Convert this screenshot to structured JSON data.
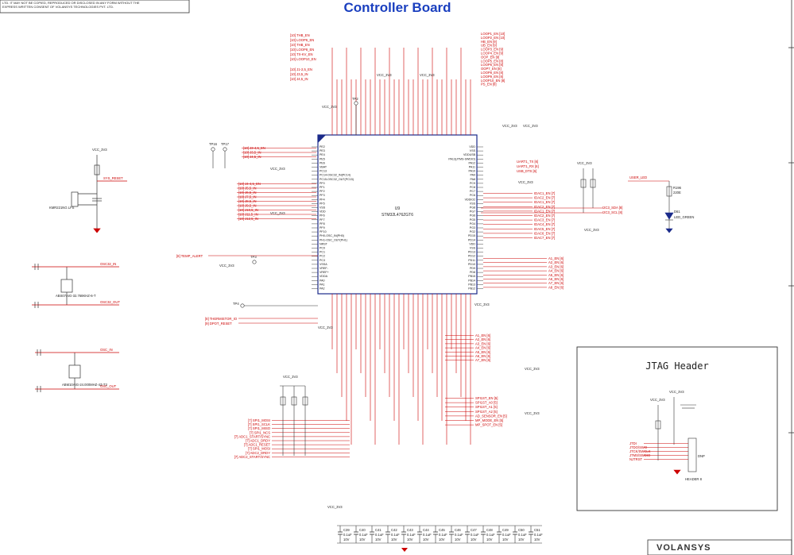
{
  "title": "Controller Board",
  "header_note": [
    "LTD. IT MAY NOT BE COPIED, REPRODUCED OR DISCLOSED IN ANY FORM WITHOUT THE",
    "EXPRESS WRITTEN CONSENT OF VOLANSYS TECHNOLOGIES PVT. LTD."
  ],
  "mcu": {
    "ref": "U9",
    "part": "STM32L476ZGT6"
  },
  "jtag": {
    "title": "JTAG Header",
    "connector": "HEADER 8",
    "dnp": "DNP"
  },
  "logo": "VOLANSYS",
  "led": {
    "ref": "D61",
    "name": "LED_GREEN",
    "net": "USER_LED",
    "res": "R196",
    "res_val": "220E"
  },
  "power_net": "VCC_3V3",
  "left_top_labels": [
    "[10] THB_EN",
    "[10] LOOP6_EN",
    "[10] THB_EN",
    "[10] LOOP8_EN",
    "[10] TX-KV_EN",
    "[10] LOOP10_EN"
  ],
  "left_mid_labels": [
    "[10] J1-2,5_EN",
    "[10] J3,5_IN",
    "[10] J4,5_IN"
  ],
  "right_top_labels": [
    "LOOP1_EN [10]",
    "LOOP2_EN [10]",
    "HB_EN [9]",
    "UB_EN [9]",
    "LOOP3_EN [9]",
    "LOOP4_EN [9]",
    "OOP_EN [9]",
    "LOOP5_EN [8]",
    "LOOP6_EN [8]",
    "OOP7_EN [8]",
    "LOOP8_EN [8]",
    "LOOP9_EN [8]",
    "LOOP10_EN [8]",
    "PS_EN [8]"
  ],
  "port_labels_left": [
    "[10] J3-4,5_EN",
    "[10] J3,5_IN",
    "[10] J4,5_IN"
  ],
  "port_labels_left2": [
    "[10] J4-4,5_EN",
    "[10] J5,5_IN",
    "[10] J6,5_IN",
    "[10] J7,5_IN",
    "[10] J8,5_IN",
    "[10] J9,5_IN",
    "[10] J10,5_IN",
    "[10] J11,5_IN",
    "[10] J12,5_IN"
  ],
  "left_bottom_labels": [
    "[7] SPI1_MOSI",
    "[7] SPI1_SCLK",
    "[7] SPI1_MISO",
    "[7] SPI1_NCS",
    "[7] ADC1_START/SYNC",
    "[7] ADC1_DRDY",
    "[7] ADC1_RESET",
    "[7] SPI1_MOSI",
    "[7] ADC2_DRDY",
    "[7] ADC2_START/SYNC"
  ],
  "right_mid_labels": [
    "IDAC1_EN [7]",
    "IDAC2_EN [7]",
    "IDAC1_EN [7]",
    "IDAC2_EN [7]",
    "IDAC1_EN [7]",
    "IDAC2_EN [7]",
    "IDAC3_EN [7]",
    "IDAC4_EN [7]",
    "IDAC5_EN [7]",
    "IDAC6_EN [7]",
    "IDAC7_EN [7]"
  ],
  "right_low_labels": [
    "A1_EN [6]",
    "A2_EN [6]",
    "A3_EN [6]",
    "A4_EN [6]",
    "A5_EN [6]",
    "A6_EN [6]",
    "A7_EN [6]",
    "A8_EN [6]"
  ],
  "bottom_right_labels": [
    "A1_EN [6]",
    "A2_EN [6]",
    "A3_EN [6]",
    "A4_EN [6]",
    "A5_EN [6]",
    "A6_EN [6]",
    "A7_EN [6]"
  ],
  "spi_labels": [
    "SPI1ST_EN [5]",
    "SPI1ST_A0 [5]",
    "SPI1ST_A1 [5]",
    "SPI1ST_A2 [5]",
    "AD_SENSOR_EN [5]",
    "MP_MODE_EN [5]",
    "MP_SPOT_EN [5]"
  ],
  "osc_labels": [
    "OSC32_IN",
    "OSC32_OUT",
    "OSC_IN",
    "OSC_OUT"
  ],
  "misc_labels": {
    "sys_reset": "SYS_RESET",
    "temp_alert": "[8] TEMP_ALERT",
    "thermistor": "[8] THERMISTOR_IO",
    "dpot": "[9] DPOT_RESET",
    "uart": [
      "UART1_TX [6]",
      "UART1_RX [6]",
      "USB_DTS [6]"
    ],
    "i2c": [
      "I2C3_SDA [8]",
      "I2C3_SCL [8]"
    ],
    "jtag_nets": [
      "JTDI",
      "JTDO/SWO",
      "JTCK/SWCLK",
      "JTMS/SWDIO",
      "NJTRST"
    ],
    "crystal1": "ABS07AIG-32.768KHZ-6-T",
    "crystal2": "ABM10AIG-24.000MHZ-4Z-T3",
    "switch": "KMR221NG LFS",
    "cap_val": "0.1uF",
    "cap_v": "10V"
  },
  "test_points": [
    "TP16",
    "TP17",
    "TP2",
    "TP3",
    "TP4"
  ],
  "cap_refs": [
    "C39",
    "C40",
    "C41",
    "C42",
    "C43",
    "C44",
    "C45",
    "C46",
    "C47",
    "C48",
    "C49",
    "C50",
    "C51"
  ],
  "mcu_pins_left": [
    "PE2",
    "PE3",
    "PE4",
    "PE5",
    "PE6",
    "VBAT",
    "PC13",
    "PC14-OSC32_IN(PC14)",
    "PC15-OSC32_OUT(PC15)",
    "PF0",
    "PF1",
    "PF2",
    "PF3",
    "PF4",
    "PF5",
    "VSS",
    "VDD",
    "PF6",
    "PF7",
    "PF8",
    "PF9",
    "PF10",
    "PH0-OSC_IN(PH0)",
    "PH1-OSC_OUT(PH1)",
    "NRST",
    "PC0",
    "PC1",
    "PC2",
    "PC3",
    "VSSA",
    "VREF-",
    "VREF+",
    "VDDA",
    "PA0",
    "PA1",
    "PA2"
  ],
  "mcu_pins_right": [
    "VDD",
    "VSS",
    "VDDUSB",
    "PA13(JTMS-SWDIO)",
    "PA12",
    "PA11",
    "PA10",
    "PA9",
    "PA8",
    "PC9",
    "PC8",
    "PC7",
    "PC6",
    "VDDIO2",
    "VSS",
    "PG8",
    "PG7",
    "PG6",
    "PG5",
    "PG4",
    "PG3",
    "PG2",
    "PD15",
    "PD14",
    "VDD",
    "VSS",
    "PD13",
    "PD12",
    "PD11",
    "PD10",
    "PD9",
    "PD8",
    "PB15",
    "PB14",
    "PB13",
    "PB12"
  ]
}
